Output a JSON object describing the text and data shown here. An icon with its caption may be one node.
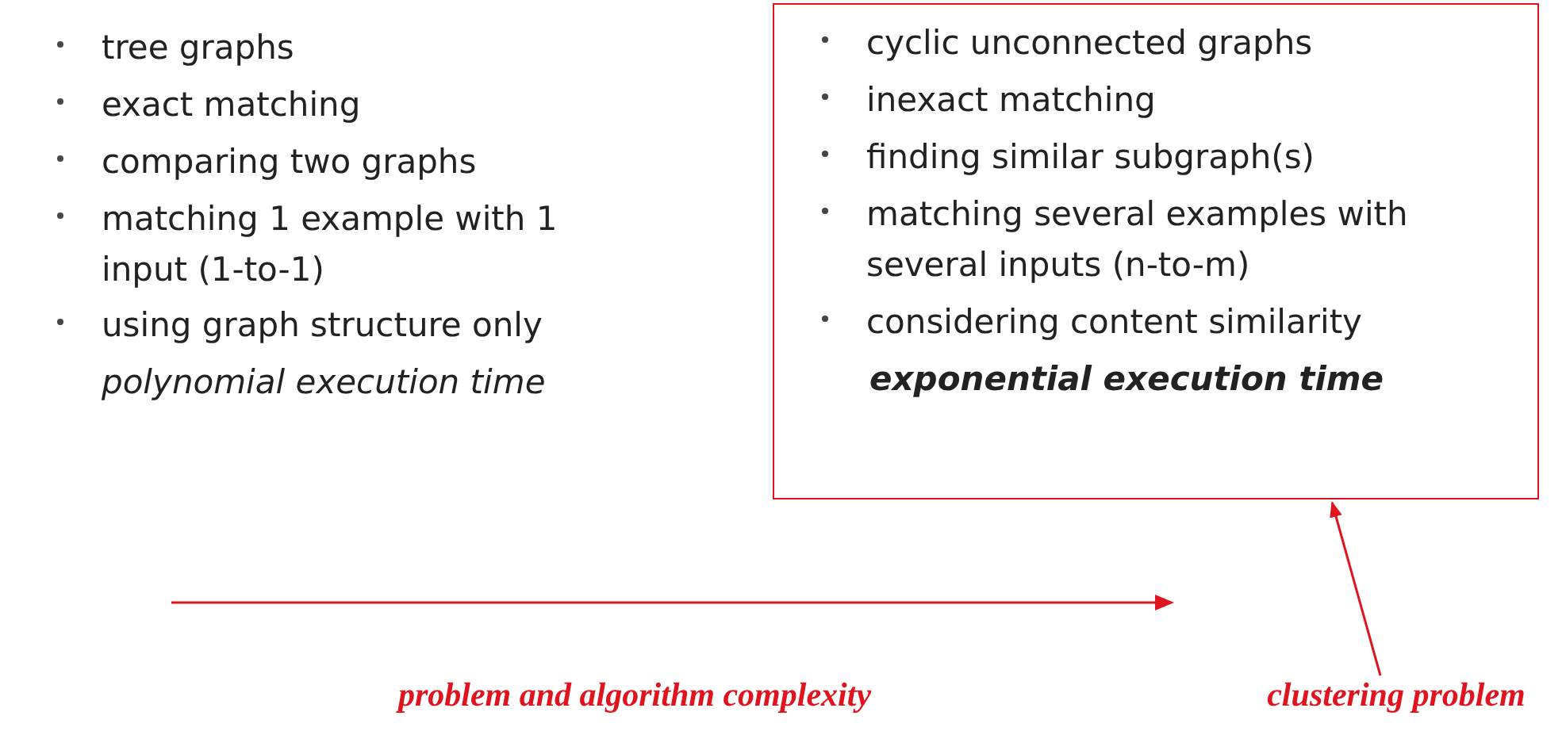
{
  "diagram": {
    "nodes": [
      {
        "text": [
          "cyclic unconnected graphs",
          "inexact matching",
          "finding similar subgraph(s)",
          "matching several examples with several inputs (n-to-m)",
          "considering content similarity",
          "exponential execution time"
        ]
      },
      {
        "text": [
          "clustering problem"
        ]
      }
    ],
    "edges": [
      {
        "from": 1,
        "to": 0,
        "arrow": "to",
        "color": "#e0141e"
      }
    ],
    "labels": [
      "tree graphs",
      "exact matching",
      "comparing two graphs",
      "matching 1 example with 1 input (1-to-1)",
      "using graph structure only",
      "polynomial execution time",
      "problem and algorithm complexity"
    ]
  }
}
